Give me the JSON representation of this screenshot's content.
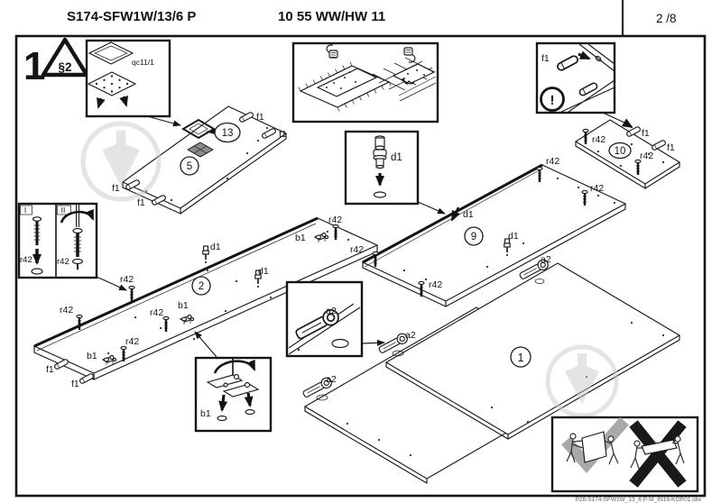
{
  "header": {
    "model": "S174-SFW1W/13/6 P",
    "code": "10 55 WW/HW 11",
    "page": "2 /8"
  },
  "step": {
    "number": "1",
    "safety_ref": "§2"
  },
  "labels": {
    "f1": "f1",
    "r42": "r42",
    "d1": "d1",
    "b1": "b1",
    "a2": "a2",
    "qc": "qc11/1",
    "sub_i": "I",
    "sub_ii": "II",
    "warning_mark": "!"
  },
  "parts": {
    "p1": "1",
    "p2": "2",
    "p5": "5",
    "p9": "9",
    "p10": "10",
    "p13": "13"
  },
  "footer": {
    "filename": "P28-S174-SFW1W_13_6 P-M_IN16-KOR01.idw"
  },
  "colors": {
    "ink": "#1a1a1a",
    "watermark": "#c9c9c9",
    "check_ok": "#a8a8a8",
    "cross_no": "#191919"
  }
}
